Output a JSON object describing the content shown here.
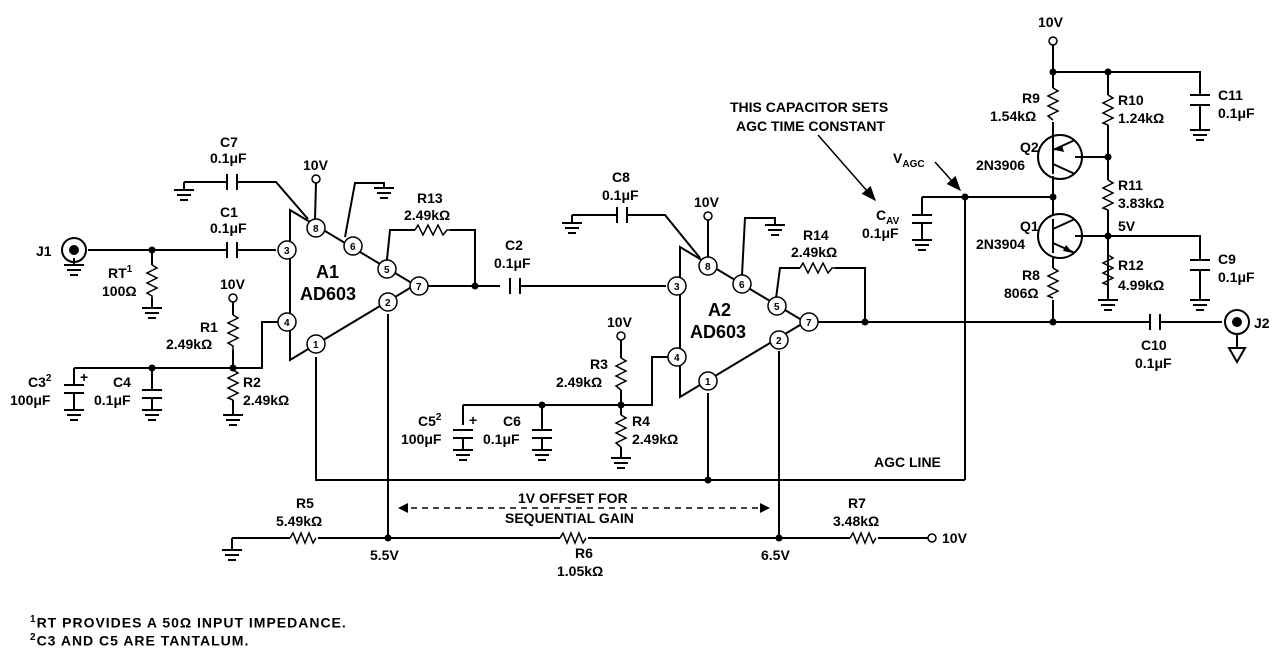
{
  "amp1": {
    "ref": "A1",
    "part": "AD603"
  },
  "amp2": {
    "ref": "A2",
    "part": "AD603"
  },
  "connectors": {
    "j1": "J1",
    "j2": "J2"
  },
  "supply": "10V",
  "rt": {
    "ref": "RT",
    "sup": "1",
    "value": "100Ω"
  },
  "c1": {
    "ref": "C1",
    "value": "0.1μF"
  },
  "c2": {
    "ref": "C2",
    "value": "0.1μF"
  },
  "c3": {
    "ref": "C3",
    "sup": "2",
    "value": "100μF"
  },
  "c4": {
    "ref": "C4",
    "value": "0.1μF"
  },
  "c5": {
    "ref": "C5",
    "sup": "2",
    "value": "100μF"
  },
  "c6": {
    "ref": "C6",
    "value": "0.1μF"
  },
  "c7": {
    "ref": "C7",
    "value": "0.1μF"
  },
  "c8": {
    "ref": "C8",
    "value": "0.1μF"
  },
  "c9": {
    "ref": "C9",
    "value": "0.1μF"
  },
  "c10": {
    "ref": "C10",
    "value": "0.1μF"
  },
  "c11": {
    "ref": "C11",
    "value": "0.1μF"
  },
  "cav": {
    "ref": "C",
    "sub": "AV",
    "value": "0.1μF"
  },
  "r1": {
    "ref": "R1",
    "value": "2.49kΩ"
  },
  "r2": {
    "ref": "R2",
    "value": "2.49kΩ"
  },
  "r3": {
    "ref": "R3",
    "value": "2.49kΩ"
  },
  "r4": {
    "ref": "R4",
    "value": "2.49kΩ"
  },
  "r5": {
    "ref": "R5",
    "value": "5.49kΩ"
  },
  "r6": {
    "ref": "R6",
    "value": "1.05kΩ"
  },
  "r7": {
    "ref": "R7",
    "value": "3.48kΩ"
  },
  "r8": {
    "ref": "R8",
    "value": "806Ω"
  },
  "r9": {
    "ref": "R9",
    "value": "1.54kΩ"
  },
  "r10": {
    "ref": "R10",
    "value": "1.24kΩ"
  },
  "r11": {
    "ref": "R11",
    "value": "3.83kΩ"
  },
  "r12": {
    "ref": "R12",
    "value": "4.99kΩ"
  },
  "r13": {
    "ref": "R13",
    "value": "2.49kΩ"
  },
  "r14": {
    "ref": "R14",
    "value": "2.49kΩ"
  },
  "q1": {
    "ref": "Q1",
    "part": "2N3904"
  },
  "q2": {
    "ref": "Q2",
    "part": "2N3906"
  },
  "vagc": {
    "main": "V",
    "sub": "AGC"
  },
  "net_5v": "5V",
  "node_5_5v": "5.5V",
  "node_6_5v": "6.5V",
  "agc_line": "AGC LINE",
  "offset_note": [
    "1V OFFSET FOR",
    "SEQUENTIAL GAIN"
  ],
  "cap_note": [
    "THIS CAPACITOR SETS",
    "AGC TIME CONSTANT"
  ],
  "pins": [
    "1",
    "2",
    "3",
    "4",
    "5",
    "6",
    "7",
    "8"
  ],
  "footnotes": [
    {
      "mark": "1",
      "text": "RT PROVIDES A 50Ω INPUT IMPEDANCE."
    },
    {
      "mark": "2",
      "text": "C3 AND C5 ARE TANTALUM."
    }
  ]
}
